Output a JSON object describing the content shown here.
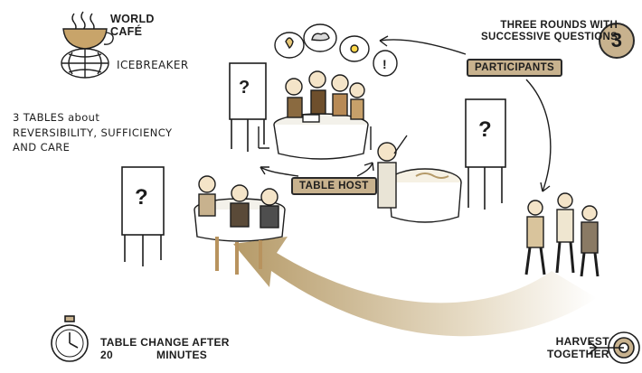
{
  "world_cafe": {
    "line1": "WORLD",
    "line2": "CAFÉ"
  },
  "icebreaker": "ICEBREAKER",
  "tables_note": {
    "line1": "3 TABLES about",
    "line2": "REVERSIBILITY, SUFFICIENCY",
    "line3": "AND CARE"
  },
  "rounds": {
    "line1": "THREE ROUNDS WITH",
    "line2": "SUCCESSIVE QUESTIONS",
    "number": "3"
  },
  "participants_tag": "PARTICIPANTS",
  "table_host_tag": "TABLE HOST",
  "table_change": {
    "line1": "TABLE CHANGE AFTER",
    "line2_a": "20",
    "line2_b": "MINUTES"
  },
  "harvest": {
    "line1": "HARVEST",
    "line2": "TOGETHER"
  },
  "flipchart_mark": "?",
  "colors": {
    "accent": "#c8b28e",
    "ink": "#1d1d1d",
    "arrow_gold": "#b59a68"
  }
}
